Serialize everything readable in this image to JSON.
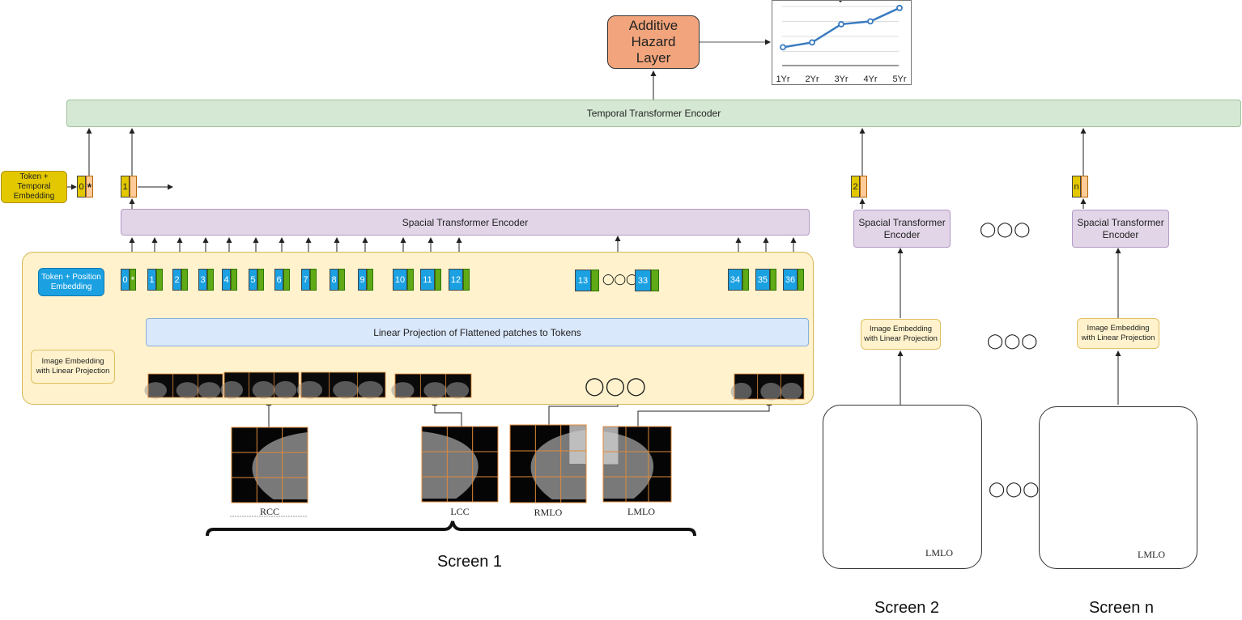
{
  "hazard_layer": "Additive\nHazard Layer",
  "temporal_encoder": "Temporal Transformer Encoder",
  "spatial_encoder_main": "Spacial Transformer Encoder",
  "spatial_encoder_small": "Spacial Transformer\nEncoder",
  "linear_projection": "Linear Projection of Flattened patches to Tokens",
  "image_embedding": "Image Embedding\nwith Linear Projection",
  "token_position_embedding": "Token + Position\nEmbedding",
  "token_temporal_embedding": "Token +\nTemporal\nEmbedding",
  "patch_tokens": [
    "1",
    "2",
    "3",
    "4",
    "5",
    "6",
    "7",
    "8",
    "9",
    "10",
    "11",
    "12"
  ],
  "patch_tokens_tail": [
    "34",
    "35",
    "36"
  ],
  "group_token_start": "13",
  "group_token_end": "33",
  "cls_token": "0",
  "cls_marker": "*",
  "screen_tokens": [
    "1",
    "2",
    "n"
  ],
  "views": [
    "RCC",
    "LCC",
    "RMLO",
    "LMLO"
  ],
  "screen_labels": [
    "Screen 1",
    "Screen 2",
    "Screen n"
  ],
  "stack_view_label": "LMLO",
  "ellipsis": "◯◯◯",
  "colors": {
    "hazard": "#f2a57c",
    "temporal": "#d5e8d4",
    "spatial": "#e1d5e7",
    "projection": "#dae8fc",
    "embedding_region": "#fff2cc",
    "token_blue": "#1ba1e2",
    "token_green": "#60a917",
    "token_yellow": "#e3c800",
    "token_orange": "#ffcc99",
    "line": "#3a7bbf"
  },
  "chart_data": {
    "type": "line",
    "categories": [
      "1Yr",
      "2Yr",
      "3Yr",
      "4Yr",
      "5Yr"
    ],
    "series": [
      {
        "values": [
          0.18,
          0.28,
          0.66,
          0.72,
          1.0
        ]
      }
    ],
    "ylim": [
      0,
      1.1
    ],
    "grid": true,
    "title": "",
    "xlabel": "",
    "ylabel": ""
  }
}
